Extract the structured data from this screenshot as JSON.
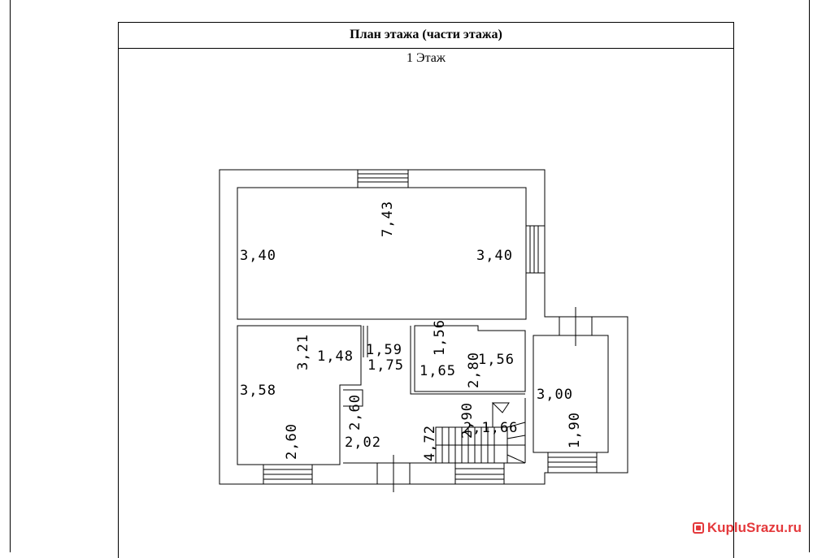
{
  "sheet": {
    "title": "План этажа (части этажа)",
    "floor_label": "1 Этаж"
  },
  "dimensions": {
    "hall_length": "7,43",
    "hall_left": "3,40",
    "hall_right": "3,40",
    "room_left_depth": "3,21",
    "room_left_height": "3,58",
    "room_left_width": "2,60",
    "corridor_width": "1,48",
    "passage_a": "1,59",
    "passage_b": "1,75",
    "wc_depth": "1,56",
    "wc_width": "1,65",
    "wc_height": "2,80",
    "bath_width": "1,56",
    "stair_a": "2,90",
    "stair_b": "2,60",
    "stair_c": "4,72",
    "stair_d": "2,02",
    "stair_e": "2,1,66",
    "porch_height": "3,00",
    "porch_width": "1,90"
  },
  "watermark": {
    "text": "KupluSrazu.ru"
  }
}
